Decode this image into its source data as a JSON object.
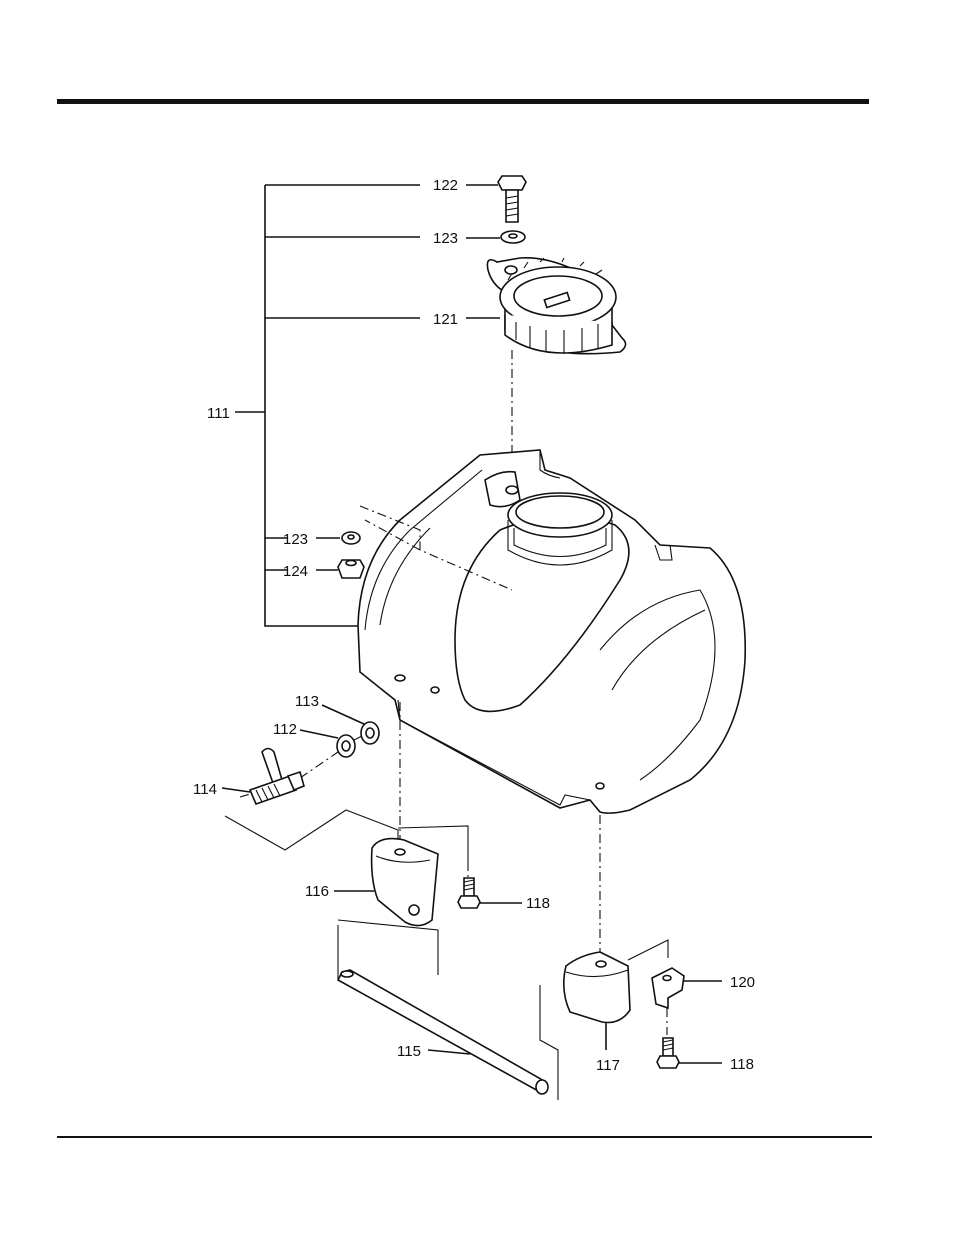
{
  "parts": [
    {
      "number": "122",
      "name": "bolt"
    },
    {
      "number": "123",
      "name": "washer"
    },
    {
      "number": "121",
      "name": "tank-cap"
    },
    {
      "number": "111",
      "name": "fuel-tank-assembly"
    },
    {
      "number": "123",
      "name": "washer"
    },
    {
      "number": "124",
      "name": "nut"
    },
    {
      "number": "113",
      "name": "washer"
    },
    {
      "number": "112",
      "name": "washer"
    },
    {
      "number": "114",
      "name": "fuel-cock"
    },
    {
      "number": "116",
      "name": "mount-left"
    },
    {
      "number": "118",
      "name": "screw"
    },
    {
      "number": "115",
      "name": "rod"
    },
    {
      "number": "117",
      "name": "mount-right"
    },
    {
      "number": "120",
      "name": "bracket"
    },
    {
      "number": "118",
      "name": "screw"
    }
  ]
}
